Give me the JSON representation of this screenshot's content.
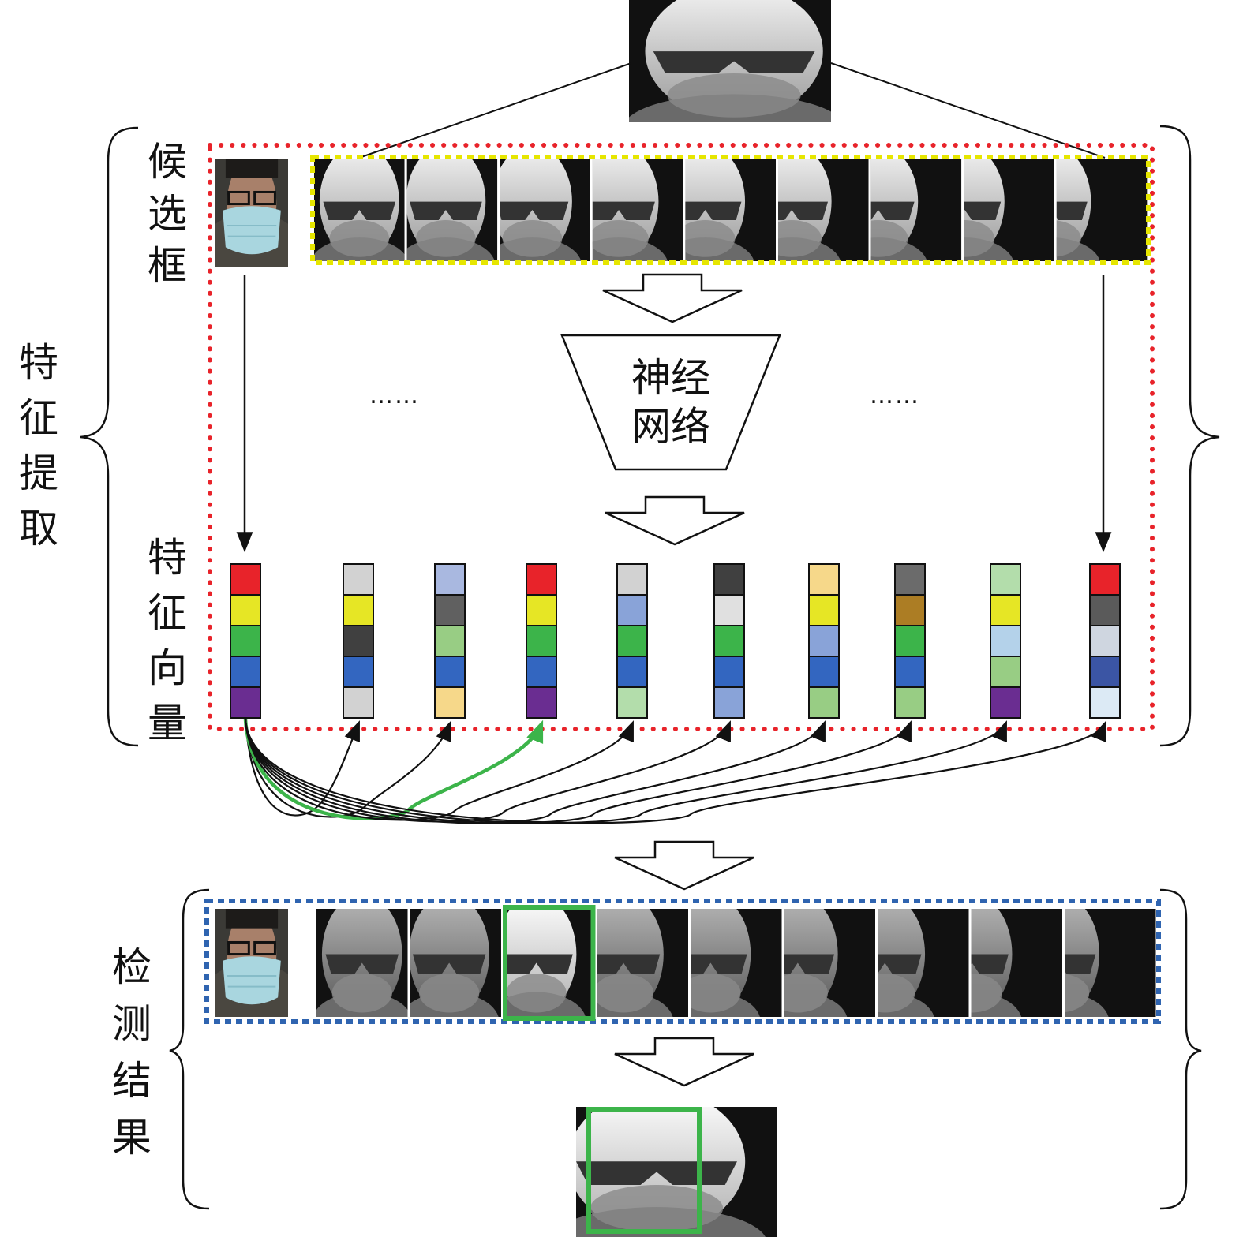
{
  "labels": {
    "feature_extraction": "特\n征\n提\n取",
    "candidate_boxes": "候\n选\n框",
    "feature_vectors": "特\n征\n向\n量",
    "detection_results": "检\n测\n结\n果",
    "neural_network": "神经\n网络",
    "ellipsis_left": "……",
    "ellipsis_right": "……"
  },
  "colors": {
    "red_dotted_border": "#e8232a",
    "yellow_dotted_border": "#e6e600",
    "blue_dotted_border": "#2f64b0",
    "highlight_green": "#3cb44a",
    "arrow_black": "#111111"
  },
  "icons": {
    "query_photo": "masked-face-photo-icon",
    "thermal_face": "thermal-face-sunglasses-mask-icon"
  },
  "feature_vectors": [
    [
      "#e8232a",
      "#e6e625",
      "#3cb44a",
      "#3366c0",
      "#6a2d91"
    ],
    [
      "#d2d2d2",
      "#e6e625",
      "#404040",
      "#3366c0",
      "#d2d2d2"
    ],
    [
      "#a9b8e0",
      "#606060",
      "#98cd84",
      "#3366c0",
      "#f6d88a"
    ],
    [
      "#e8232a",
      "#e6e625",
      "#3cb44a",
      "#3366c0",
      "#6a2d91"
    ],
    [
      "#d2d2d2",
      "#89a3d8",
      "#3cb44a",
      "#3366c0",
      "#b3ddab"
    ],
    [
      "#404040",
      "#e0e0e0",
      "#3cb44a",
      "#3366c0",
      "#89a3d8"
    ],
    [
      "#f6d88a",
      "#e6e625",
      "#89a3d8",
      "#3366c0",
      "#98cd84"
    ],
    [
      "#6b6b6b",
      "#ac7d24",
      "#3cb44a",
      "#3366c0",
      "#98cd84"
    ],
    [
      "#b3ddab",
      "#e6e625",
      "#b4d2ea",
      "#98cd84",
      "#6a2d91"
    ],
    [
      "#e8232a",
      "#5a5a5a",
      "#cfd6e0",
      "#3b55a4",
      "#dceaf5"
    ]
  ],
  "matched_candidate_index": 3
}
